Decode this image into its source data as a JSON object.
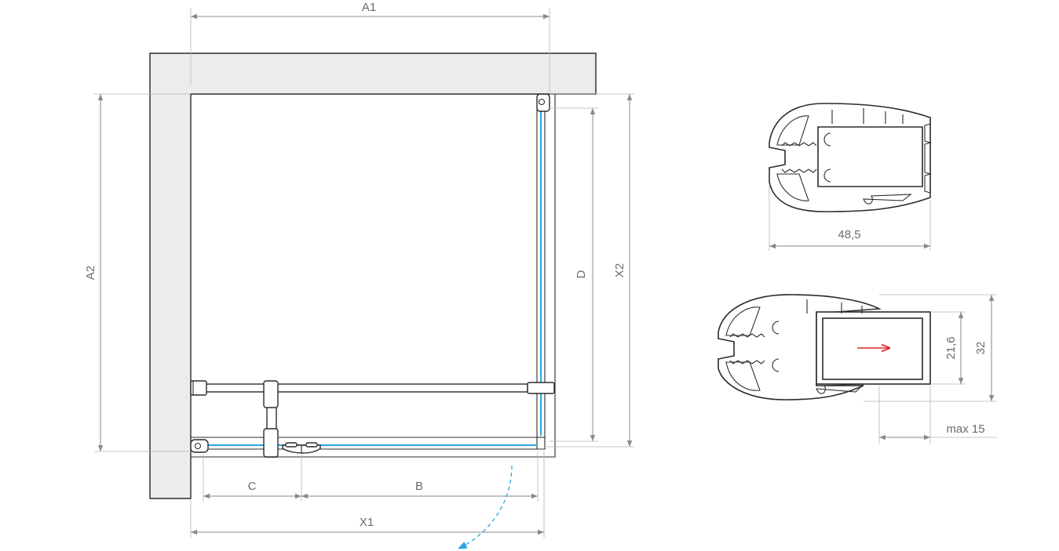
{
  "plan_view": {
    "labels": {
      "a1": "A1",
      "a2": "A2",
      "x1": "X1",
      "x2": "X2",
      "b": "B",
      "c": "C",
      "d": "D"
    }
  },
  "profile_top": {
    "width_label": "48,5"
  },
  "profile_bottom": {
    "height_inner_label": "21,6",
    "height_outer_label": "32",
    "adjust_label": "max 15"
  },
  "colors": {
    "glass": "#2aa6e0",
    "wall_fill": "#ececec",
    "arrow": "#e0262b",
    "door_swing": "#2aa6e0"
  }
}
